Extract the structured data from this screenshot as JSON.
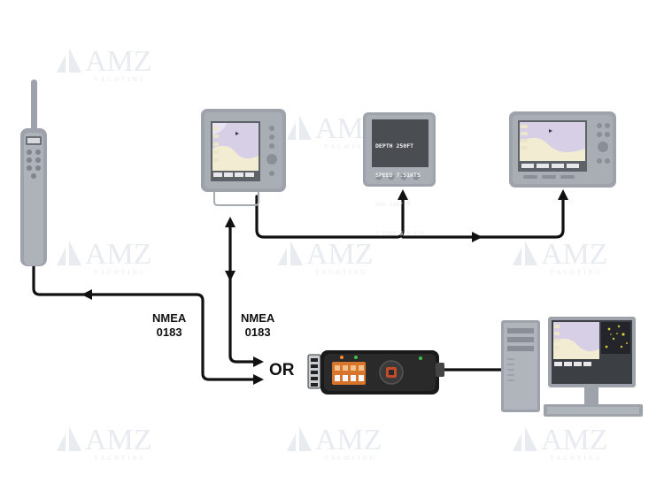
{
  "watermark": {
    "brand": "AMZ",
    "sub": "YACHTING"
  },
  "labels": {
    "nmea_left_line1": "NMEA",
    "nmea_left_line2": "0183",
    "nmea_right_line1": "NMEA",
    "nmea_right_line2": "0183",
    "or": "OR"
  },
  "instrument_display": {
    "lines": [
      "DEPTH 250FT",
      "SPEED 7.51KTS",
      "HDG 280° M",
      "T WIND 5.0 KTS"
    ]
  },
  "colors": {
    "device_body": "#9ea3ab",
    "device_dark": "#8a8f97",
    "screen_sea": "#d7cfe6",
    "screen_land": "#f1ecd2",
    "instrument_screen": "#4a4d52",
    "line": "#111111",
    "watermark": "#e6e9ee"
  }
}
